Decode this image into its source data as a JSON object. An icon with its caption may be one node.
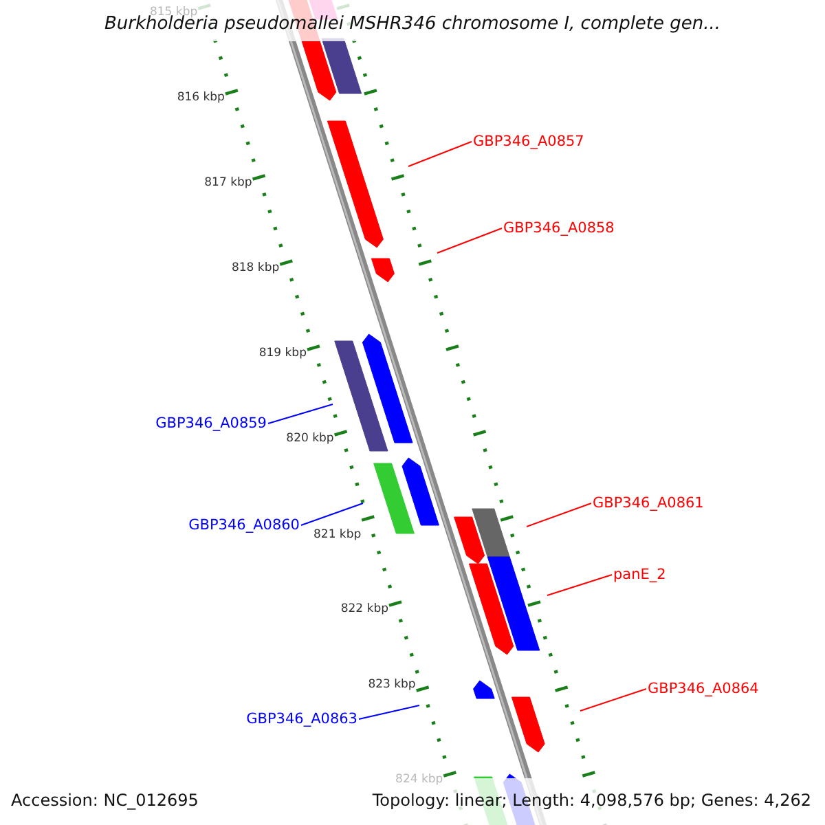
{
  "diagram": {
    "title": "Burkholderia pseudomallei MSHR346 chromosome I, complete gen...",
    "nodes": [
      {
        "text": [
          "GBP346_A0857"
        ]
      },
      {
        "text": [
          "GBP346_A0858"
        ]
      },
      {
        "text": [
          "GBP346_A0859"
        ]
      },
      {
        "text": [
          "GBP346_A0861"
        ]
      },
      {
        "text": [
          "GBP346_A0860"
        ]
      },
      {
        "text": [
          "panE_2"
        ]
      },
      {
        "text": [
          "GBP346_A0864"
        ]
      },
      {
        "text": [
          "GBP346_A0863"
        ]
      }
    ],
    "edges": [
      {
        "from": 0,
        "to": null,
        "arrow": "none"
      },
      {
        "from": 1,
        "to": null,
        "arrow": "none"
      },
      {
        "from": 2,
        "to": null,
        "arrow": "none",
        "color": "#0000ff"
      },
      {
        "from": 3,
        "to": null,
        "arrow": "none"
      },
      {
        "from": 4,
        "to": null,
        "arrow": "none",
        "color": "#0000ff"
      },
      {
        "from": 5,
        "to": null,
        "arrow": "none"
      },
      {
        "from": 6,
        "to": null,
        "arrow": "none"
      },
      {
        "from": 7,
        "to": null,
        "arrow": "none",
        "color": "#0000ff"
      }
    ],
    "labels": [
      "815 kbp",
      "816 kbp",
      "817 kbp",
      "818 kbp",
      "819 kbp",
      "820 kbp",
      "821 kbp",
      "822 kbp",
      "823 kbp",
      "824 kbp",
      "Accession: NC_012695",
      "Topology: linear; Length: 4,098,576 bp; Genes: 4,262"
    ]
  }
}
